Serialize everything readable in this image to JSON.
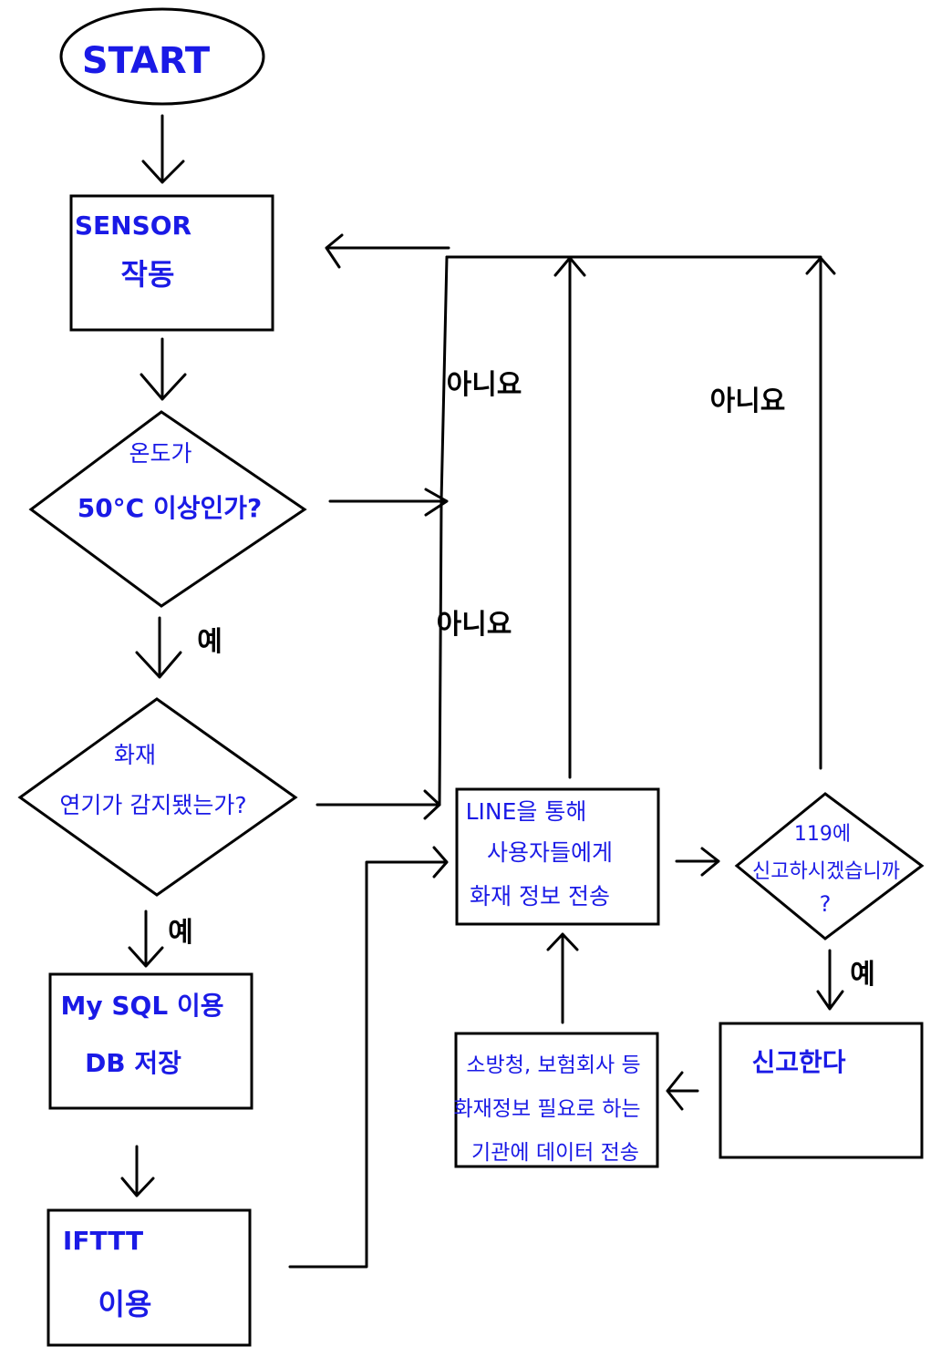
{
  "colors": {
    "stroke": "#000000",
    "node_text": "#1a1ae6",
    "label_text": "#000000",
    "background": "#ffffff"
  },
  "nodes": {
    "start": {
      "text": "START"
    },
    "sensor": {
      "line1": "SENSOR",
      "line2": "작동"
    },
    "temp_check": {
      "line1": "온도가",
      "line2": "50°C 이상인가?"
    },
    "smoke_check": {
      "line1": "화재",
      "line2": "연기가 감지됐는가?"
    },
    "mysql": {
      "line1": "My SQL 이용",
      "line2": "DB 저장"
    },
    "ifttt": {
      "line1": "IFTTT",
      "line2": "이용"
    },
    "line_notify": {
      "line1": "LINE을 통해",
      "line2": "사용자들에게",
      "line3": "화재 정보 전송"
    },
    "report_check": {
      "line1": "119에",
      "line2": "신고하시겠습니까",
      "line3": "?"
    },
    "report": {
      "text": "신고한다"
    },
    "agencies": {
      "line1": "소방청, 보험회사 등",
      "line2": "화재정보 필요로 하는",
      "line3": "기관에 데이터 전송"
    }
  },
  "edge_labels": {
    "no_top": "아니요",
    "no_right": "아니요",
    "no_mid": "아니요",
    "yes_temp": "예",
    "yes_smoke": "예",
    "yes_report": "예"
  }
}
